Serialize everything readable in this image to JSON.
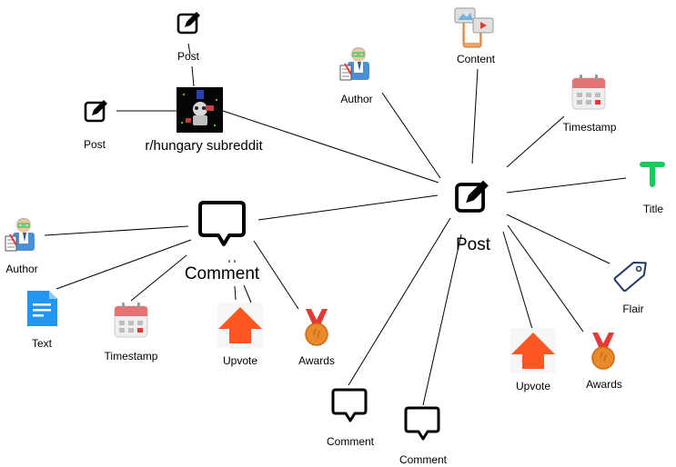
{
  "subreddit": {
    "label": "r/hungary subreddit"
  },
  "post_center": {
    "label": "Post"
  },
  "comment_center": {
    "label": "Comment"
  },
  "post_top": {
    "label": "Post"
  },
  "post_left": {
    "label": "Post"
  },
  "post_attrs": {
    "author": "Author",
    "content": "Content",
    "timestamp": "Timestamp",
    "title": "Title",
    "flair": "Flair",
    "awards": "Awards",
    "upvote": "Upvote",
    "comment_a": "Comment",
    "comment_b": "Comment"
  },
  "comment_attrs": {
    "author": "Author",
    "text": "Text",
    "timestamp": "Timestamp",
    "upvote": "Upvote",
    "awards": "Awards"
  },
  "colors": {
    "edge": "#000000",
    "title_icon": "#22c55e",
    "upvote_arrow": "#ff5722",
    "award_medal": "#e8892b",
    "award_ribbon": "#e53935",
    "calendar_header": "#e57373",
    "text_doc": "#2196f3",
    "flair_tag": "#1e3a5f"
  },
  "icons": [
    "edit-icon",
    "comment-icon",
    "author-avatar-icon",
    "content-media-icon",
    "calendar-icon",
    "title-t-icon",
    "tag-icon",
    "award-medal-icon",
    "upvote-arrow-icon",
    "document-icon",
    "subreddit-avatar-icon"
  ]
}
